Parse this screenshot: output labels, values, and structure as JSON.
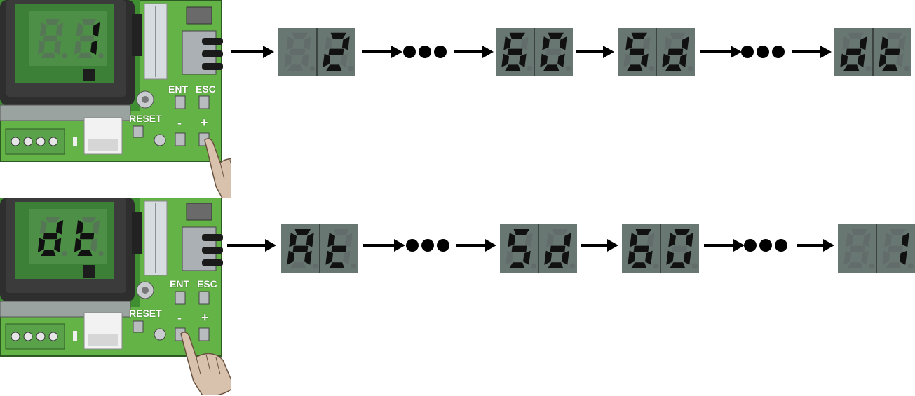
{
  "colors": {
    "board_green": "#64b347",
    "board_dark_green": "#3f8f32",
    "display_face": "#697773",
    "segment_on": "#111111",
    "display_housing": "#2e2e2e"
  },
  "board": {
    "button_labels": {
      "ent": "ENT",
      "esc": "ESC",
      "reset": "RESET",
      "minus": "-",
      "plus": "+"
    }
  },
  "rows": [
    {
      "board_display": [
        "",
        "1"
      ],
      "pressed_button": "+",
      "sequence": [
        {
          "kind": "display",
          "digits": [
            "",
            "2"
          ]
        },
        {
          "kind": "ellipsis"
        },
        {
          "kind": "display",
          "digits": [
            "6",
            "0"
          ]
        },
        {
          "kind": "display",
          "digits": [
            "5",
            "d"
          ]
        },
        {
          "kind": "ellipsis"
        },
        {
          "kind": "display",
          "digits": [
            "d",
            "t"
          ]
        }
      ]
    },
    {
      "board_display": [
        "d",
        "t"
      ],
      "pressed_button": "-",
      "sequence": [
        {
          "kind": "display",
          "digits": [
            "A",
            "t"
          ]
        },
        {
          "kind": "ellipsis"
        },
        {
          "kind": "display",
          "digits": [
            "5",
            "d"
          ]
        },
        {
          "kind": "display",
          "digits": [
            "6",
            "0"
          ]
        },
        {
          "kind": "ellipsis"
        },
        {
          "kind": "display",
          "digits": [
            "",
            "1"
          ]
        }
      ]
    }
  ]
}
